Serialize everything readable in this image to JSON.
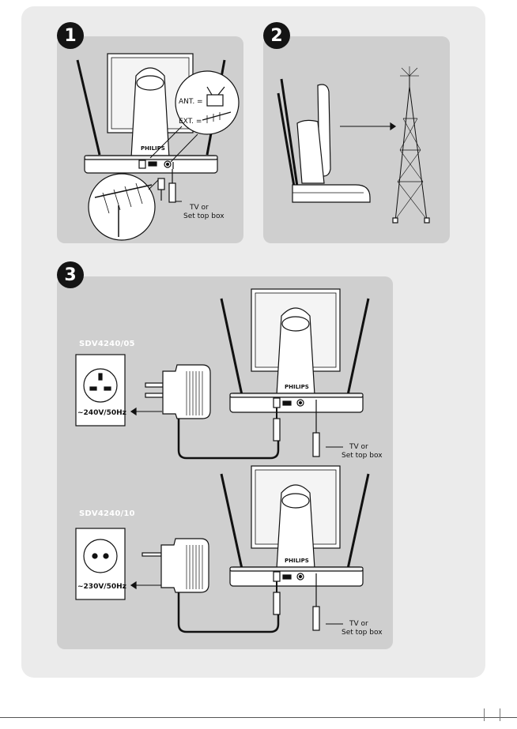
{
  "steps": [
    {
      "number": "1"
    },
    {
      "number": "2"
    },
    {
      "number": "3"
    }
  ],
  "step1": {
    "ant_label": "ANT. =",
    "ext_label": "EXT. =",
    "brand": "PHILIPS",
    "tv_label_line1": "TV or",
    "tv_label_line2": "Set top box"
  },
  "step3": {
    "variant_uk": {
      "model": "SDV4240/05",
      "voltage": "~240V/50Hz",
      "brand": "PHILIPS",
      "tv_label_line1": "TV or",
      "tv_label_line2": "Set top box"
    },
    "variant_eu": {
      "model": "SDV4240/10",
      "voltage": "~230V/50Hz",
      "brand": "PHILIPS",
      "tv_label_line1": "TV or",
      "tv_label_line2": "Set top box"
    }
  },
  "colors": {
    "sheet": "#ebebeb",
    "panel": "#cfcfcf",
    "ink": "#141414"
  }
}
